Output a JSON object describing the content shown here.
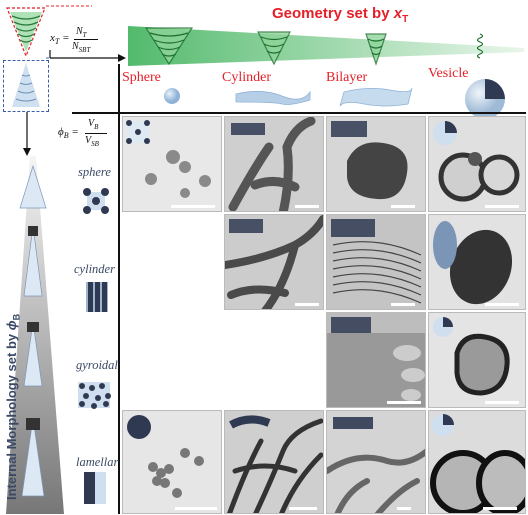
{
  "header": {
    "geometry_title": "Geometry set by",
    "geometry_var": "x",
    "geometry_sub": "T",
    "formula_xt_lhs": "x",
    "formula_xt_lhs_sub": "T",
    "formula_xt_num": "N",
    "formula_xt_num_sub": "T",
    "formula_xt_den": "N",
    "formula_xt_den_sub": "SBT"
  },
  "columns": [
    {
      "label": "Sphere"
    },
    {
      "label": "Cylinder"
    },
    {
      "label": "Bilayer"
    },
    {
      "label": "Vesicle"
    }
  ],
  "side": {
    "formula_phi_lhs": "ϕ",
    "formula_phi_lhs_sub": "B",
    "formula_phi_num": "V",
    "formula_phi_num_sub": "B",
    "formula_phi_den": "V",
    "formula_phi_den_sub": "SB",
    "axis_title": "Internal Morphology set by",
    "axis_var": "ϕ",
    "axis_sub": "B"
  },
  "rows": [
    {
      "label": "sphere"
    },
    {
      "label": "cylinder"
    },
    {
      "label": "gyroidal"
    },
    {
      "label": "lamellar"
    }
  ],
  "colors": {
    "accent_red": "#e5202a",
    "bar_green": "#7fc98a",
    "blob_blue": "#b7cfe6",
    "text_navy": "#3b4a66",
    "axis_grey": "#555555"
  }
}
